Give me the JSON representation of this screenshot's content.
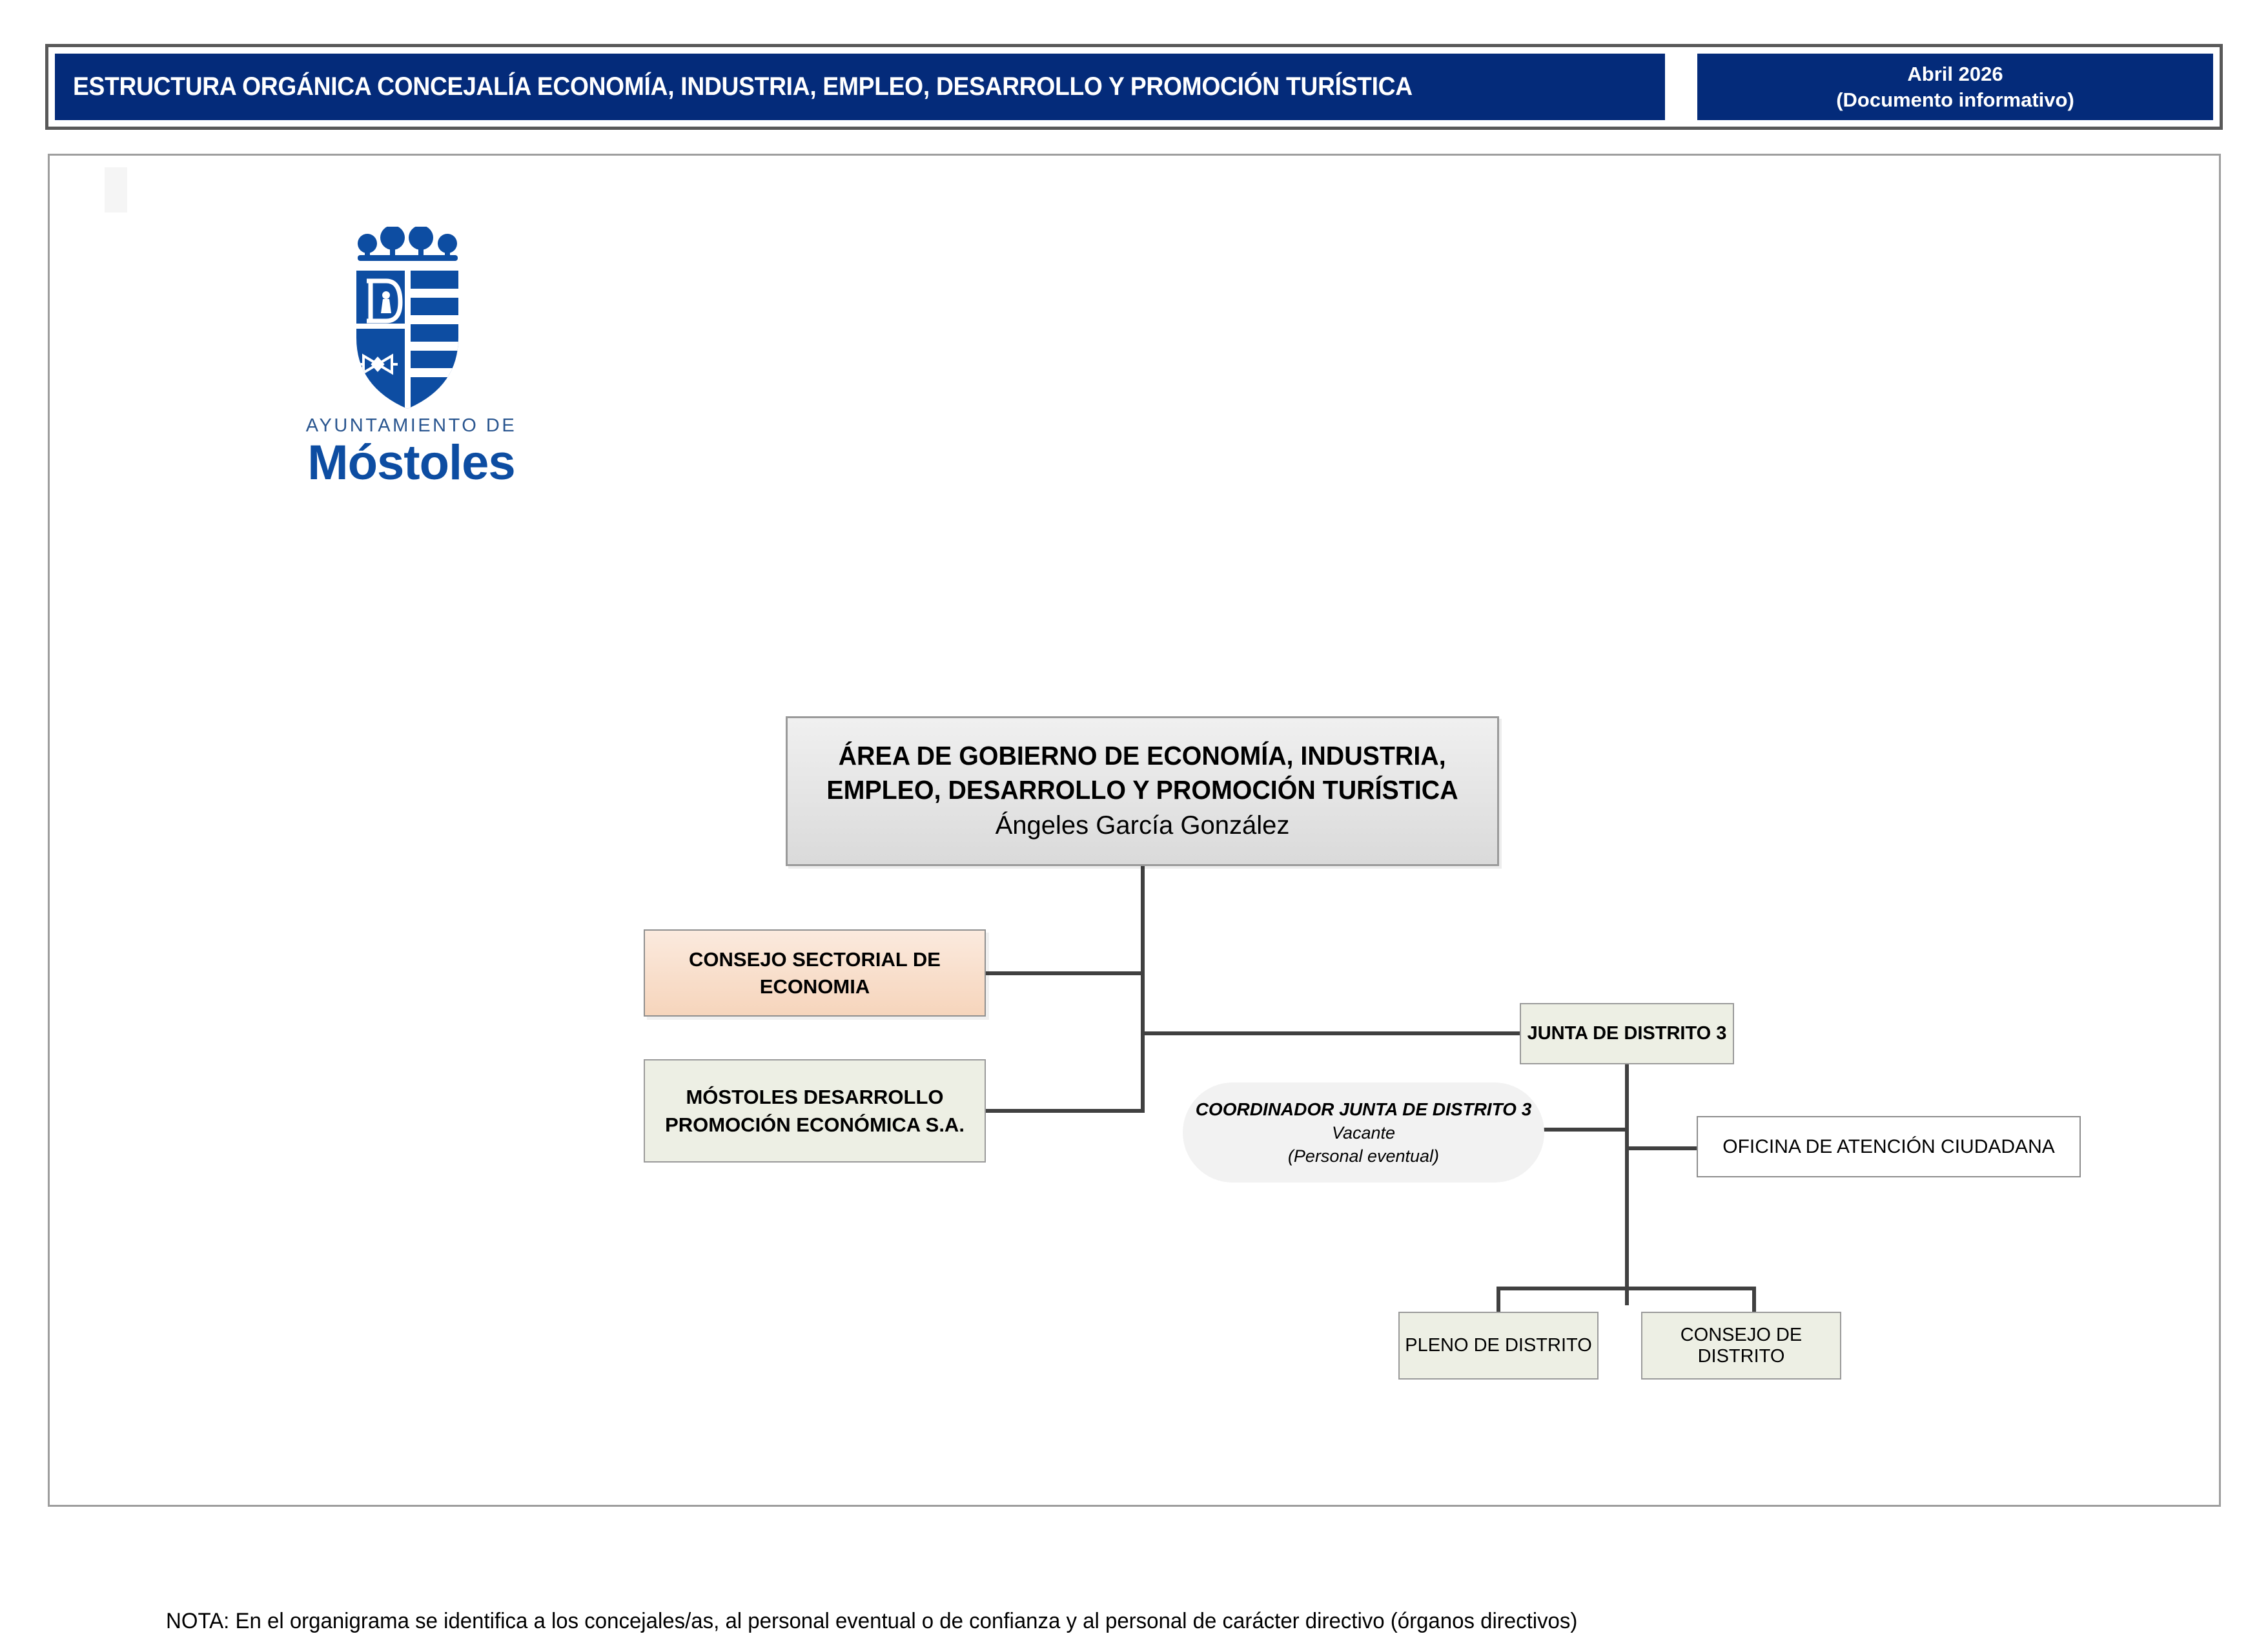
{
  "header": {
    "title": "ESTRUCTURA ORGÁNICA CONCEJALÍA ECONOMÍA, INDUSTRIA, EMPLEO, DESARROLLO Y PROMOCIÓN TURÍSTICA",
    "date": "Abril 2026",
    "subtitle": "(Documento informativo)",
    "bg_color": "#042B7A",
    "text_color": "#FFFFFF",
    "border_color": "#595959"
  },
  "logo": {
    "icon": "mostoles-coat-of-arms-icon",
    "line1": "AYUNTAMIENTO DE",
    "line2": "Móstoles",
    "color": "#0D4DA2"
  },
  "chart_data": {
    "type": "org-chart",
    "title": "ESTRUCTURA ORGÁNICA CONCEJALÍA ECONOMÍA, INDUSTRIA, EMPLEO, DESARROLLO Y PROMOCIÓN TURÍSTICA",
    "nodes": [
      {
        "id": "area-gobierno",
        "title_line1": "ÁREA DE GOBIERNO DE ECONOMÍA, INDUSTRIA,",
        "title_line2": "EMPLEO, DESARROLLO Y PROMOCIÓN TURÍSTICA",
        "person": "Ángeles García González",
        "fill": "#E4E4E4",
        "border": "#9A9A9A",
        "level": 0
      },
      {
        "id": "consejo-sectorial-economia",
        "title_line1": "CONSEJO SECTORIAL DE",
        "title_line2": "ECONOMIA",
        "fill": "#F8DDC9",
        "border": "#8F8F8F",
        "level": 1
      },
      {
        "id": "mostoles-desarrollo",
        "title_line1": "MÓSTOLES DESARROLLO",
        "title_line2": "PROMOCIÓN ECONÓMICA S.A.",
        "fill": "#EDEFE4",
        "border": "#9A9A9A",
        "level": 1
      },
      {
        "id": "junta-distrito-3",
        "title_line1": "JUNTA DE DISTRITO 3",
        "fill": "#EDEFE4",
        "border": "#9A9A9A",
        "level": 1
      },
      {
        "id": "coordinador-junta-distrito-3",
        "title_line1": "COORDINADOR JUNTA DE DISTRITO 3",
        "status": "Vacante",
        "note": "(Personal eventual)",
        "fill": "#F2F2F2",
        "shape": "rounded",
        "level": 2
      },
      {
        "id": "oficina-atencion-ciudadana",
        "title_line1": "OFICINA DE ATENCIÓN CIUDADANA",
        "fill": "#FFFFFF",
        "border": "#8C8C8C",
        "level": 2
      },
      {
        "id": "pleno-de-distrito",
        "title_line1": "PLENO DE DISTRITO",
        "fill": "#EDEFE4",
        "border": "#9A9A9A",
        "level": 2
      },
      {
        "id": "consejo-de-distrito",
        "title_line1": "CONSEJO DE DISTRITO",
        "fill": "#EDEFE4",
        "border": "#9A9A9A",
        "level": 2
      }
    ],
    "edges": [
      {
        "from": "area-gobierno",
        "to": "consejo-sectorial-economia"
      },
      {
        "from": "area-gobierno",
        "to": "mostoles-desarrollo"
      },
      {
        "from": "area-gobierno",
        "to": "junta-distrito-3"
      },
      {
        "from": "junta-distrito-3",
        "to": "coordinador-junta-distrito-3"
      },
      {
        "from": "junta-distrito-3",
        "to": "oficina-atencion-ciudadana"
      },
      {
        "from": "junta-distrito-3",
        "to": "pleno-de-distrito"
      },
      {
        "from": "junta-distrito-3",
        "to": "consejo-de-distrito"
      }
    ],
    "line_color": "#404040"
  },
  "footer": {
    "note": "NOTA: En el organigrama se identifica a los concejales/as, al personal eventual o de confianza y al personal de carácter directivo (órganos directivos)"
  }
}
